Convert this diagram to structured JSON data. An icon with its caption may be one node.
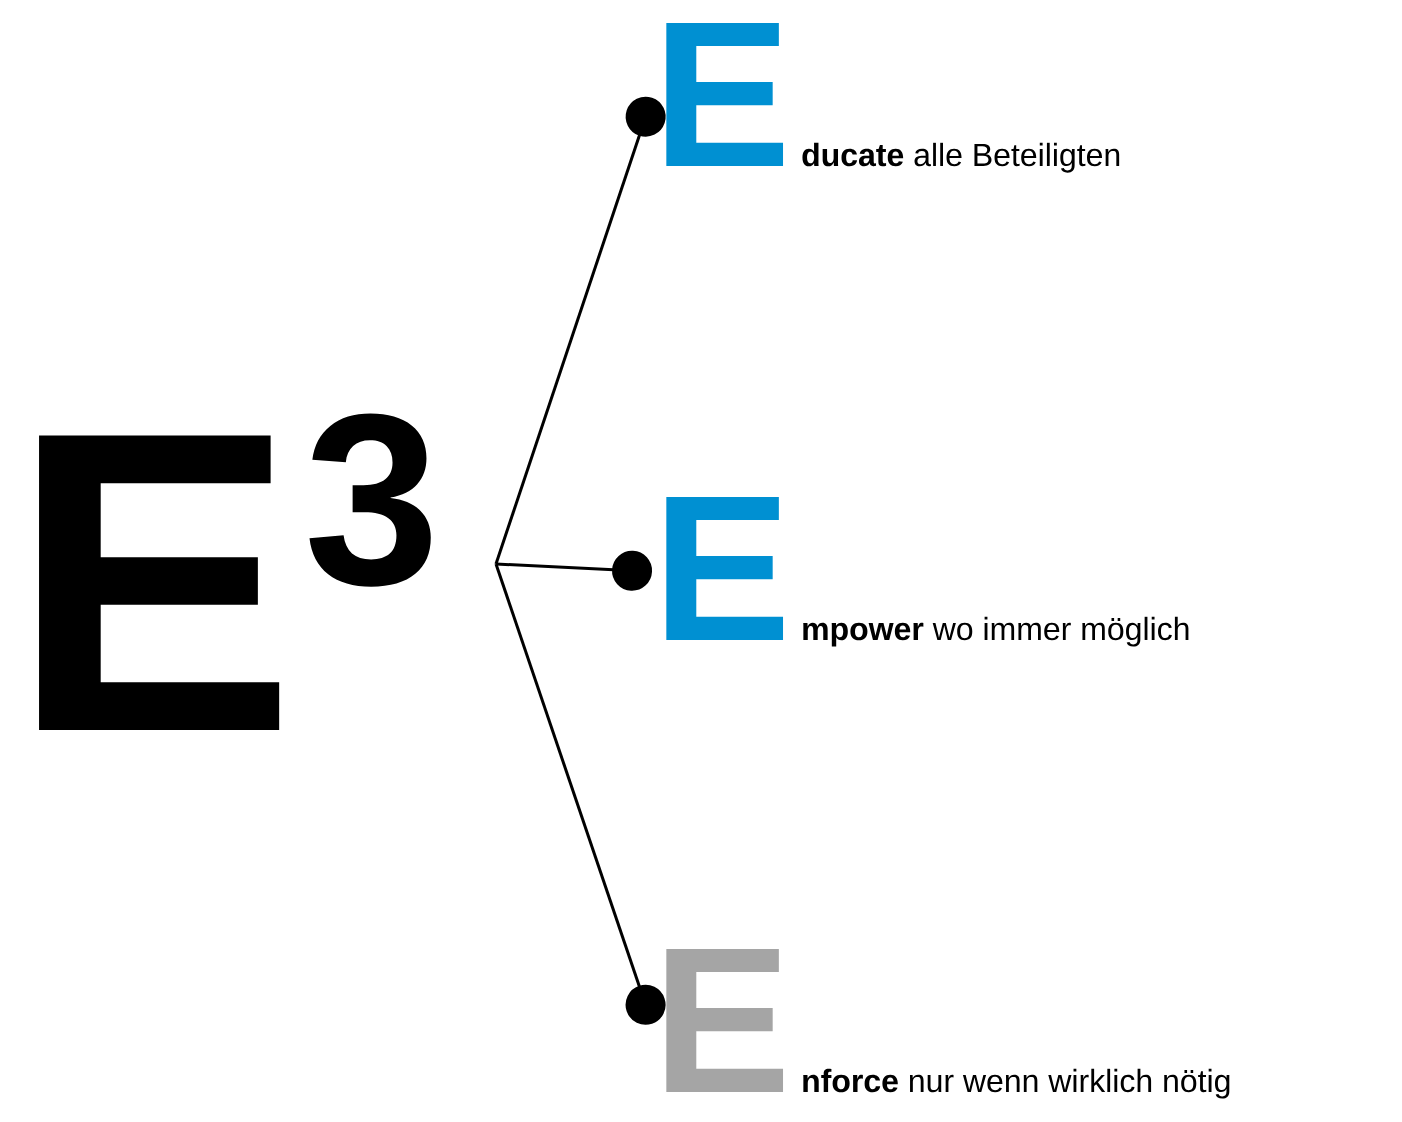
{
  "diagram": {
    "nodes": [
      {
        "text": [
          "E",
          "3"
        ]
      },
      {
        "text": [
          "E",
          "**ducate** alle Beteiligten"
        ]
      },
      {
        "text": [
          "E",
          "**mpower** wo immer möglich"
        ]
      },
      {
        "text": [
          "E",
          "**nforce** nur wenn wirklich nötig"
        ]
      }
    ],
    "edges": [
      {
        "from": 0,
        "to": 1,
        "arrow": "other"
      },
      {
        "from": 0,
        "to": 2,
        "arrow": "other"
      },
      {
        "from": 0,
        "to": 3,
        "arrow": "other"
      }
    ]
  }
}
